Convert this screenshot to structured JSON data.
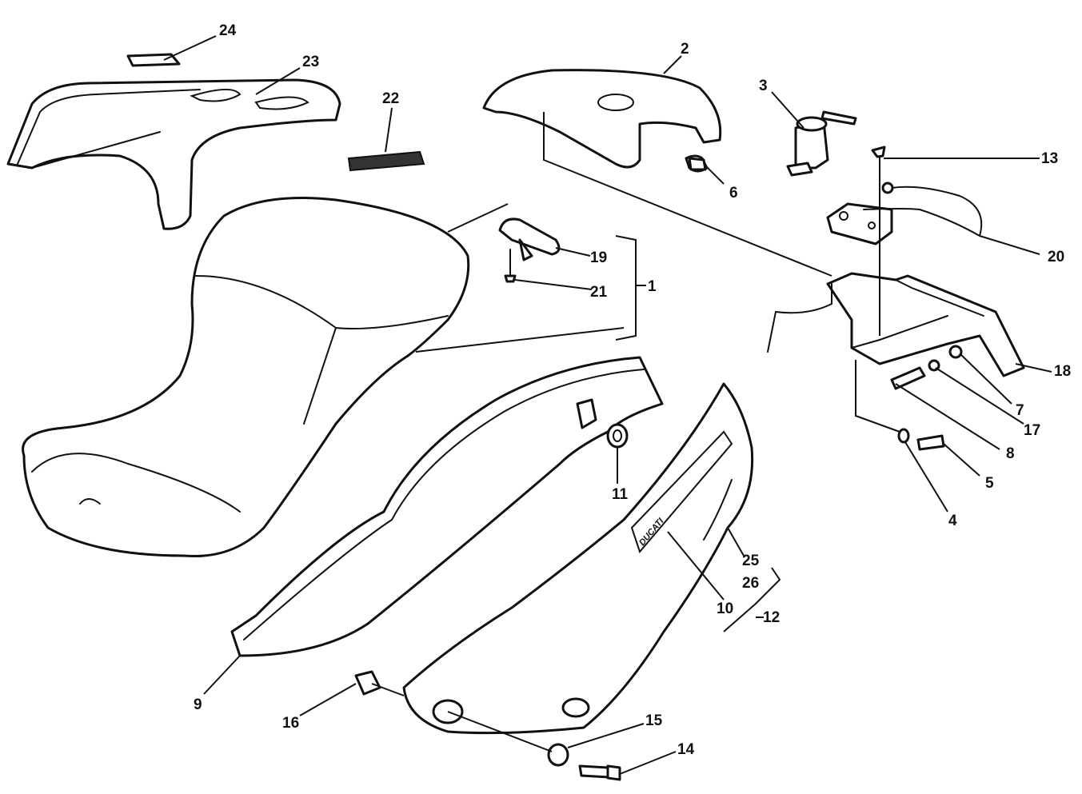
{
  "diagram": {
    "type": "exploded-parts-view",
    "logo_text": "DUCATI",
    "callouts": {
      "c1": "1",
      "c2": "2",
      "c3": "3",
      "c4": "4",
      "c5": "5",
      "c6": "6",
      "c7": "7",
      "c8": "8",
      "c9": "9",
      "c10": "10",
      "c11": "11",
      "c12": "12",
      "c13": "13",
      "c14": "14",
      "c15": "15",
      "c16": "16",
      "c17": "17",
      "c18": "18",
      "c19": "19",
      "c20": "20",
      "c21": "21",
      "c22": "22",
      "c23": "23",
      "c24": "24",
      "c25": "25",
      "c26": "26"
    }
  }
}
